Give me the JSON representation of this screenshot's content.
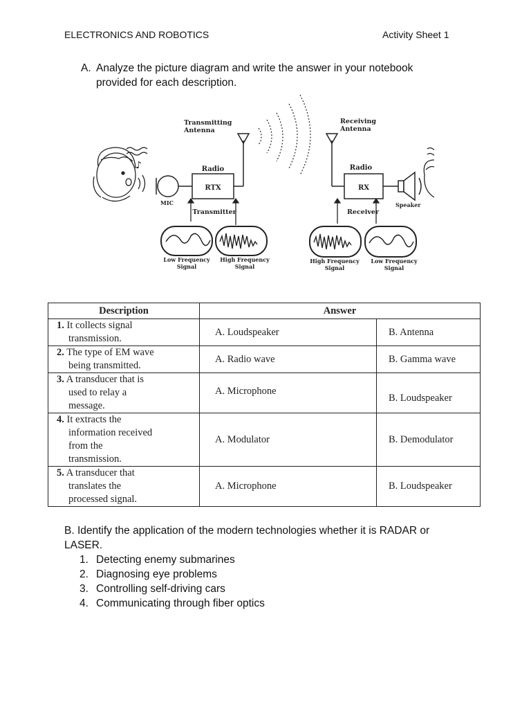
{
  "header": {
    "left": "ELECTRONICS AND ROBOTICS",
    "right": "Activity Sheet 1"
  },
  "section_a": {
    "label": "A.",
    "instruction": "Analyze the picture diagram and write the answer in your notebook provided for each description."
  },
  "diagram": {
    "transmitting_antenna": [
      "Transmitting",
      "Antenna"
    ],
    "receiving_antenna": [
      "Receiving",
      "Antenna"
    ],
    "radio_left": "Radio",
    "radio_right": "Radio",
    "rtx": "RTX",
    "rx": "RX",
    "mic": "MIC",
    "transmitter": "Transmitter",
    "receiver": "Receiver",
    "speaker": "Speaker",
    "signals_left": [
      [
        "Low Frequency",
        "Signal"
      ],
      [
        "High Frequency",
        "Signal"
      ]
    ],
    "signals_right": [
      [
        "High Frequency",
        "Signal"
      ],
      [
        "Low Frequency",
        "Signal"
      ]
    ]
  },
  "table": {
    "headers": [
      "Description",
      "Answer"
    ],
    "rows": [
      {
        "num": "1.",
        "desc": [
          "It collects signal",
          "transmission."
        ],
        "a": "A. Loudspeaker",
        "b": "B. Antenna"
      },
      {
        "num": "2.",
        "desc": [
          "The type of EM wave",
          "being transmitted."
        ],
        "a": "A. Radio wave",
        "b": "B. Gamma wave"
      },
      {
        "num": "3.",
        "desc": [
          "A transducer that is",
          "used to relay a",
          "message."
        ],
        "a": "A. Microphone",
        "b": "B. Loudspeaker"
      },
      {
        "num": "4.",
        "desc": [
          "It extracts the",
          "information received",
          "from the",
          "transmission."
        ],
        "a": "A. Modulator",
        "b": "B. Demodulator"
      },
      {
        "num": "5.",
        "desc": [
          "A transducer that",
          "translates the",
          "processed signal."
        ],
        "a": "A. Microphone",
        "b": "B. Loudspeaker"
      }
    ]
  },
  "section_b": {
    "instruction_line1": "B. Identify the application of the modern technologies whether it is RADAR or",
    "instruction_line2": "LASER.",
    "items": [
      {
        "num": "1.",
        "text": "Detecting enemy submarines"
      },
      {
        "num": "2.",
        "text": "Diagnosing eye problems"
      },
      {
        "num": "3.",
        "text": "Controlling self-driving cars"
      },
      {
        "num": "4.",
        "text": "Communicating through fiber optics"
      }
    ]
  }
}
